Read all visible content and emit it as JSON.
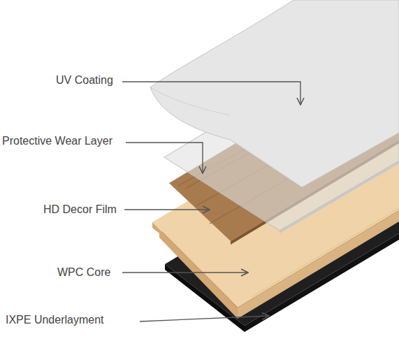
{
  "diagram": {
    "labels": [
      "UV Coating",
      "Protective Wear Layer",
      "HD Decor Film",
      "WPC Core",
      "IXPE Underlayment"
    ]
  }
}
